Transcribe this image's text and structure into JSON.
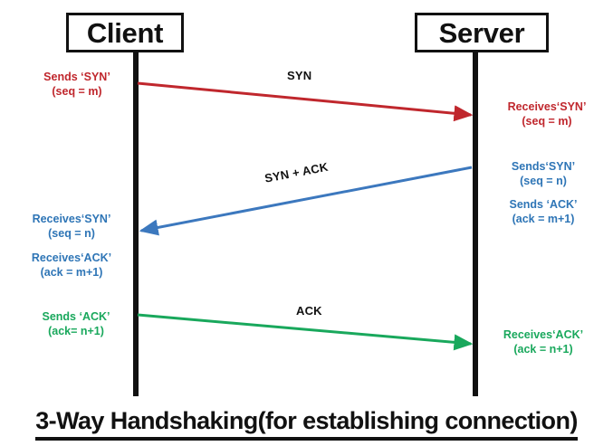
{
  "diagram": {
    "title": "3-Way Handshaking(for establishing connection)",
    "background": "#ffffff",
    "nodes": [
      {
        "id": "client",
        "label": "Client"
      },
      {
        "id": "server",
        "label": "Server"
      }
    ],
    "colors": {
      "red": "#C0272D",
      "blue": "#2E75B6",
      "green": "#19A85C",
      "black": "#111111"
    },
    "messages": [
      {
        "id": "syn",
        "caption": "SYN",
        "color": "#C0272D",
        "direction": "client-to-server",
        "sender_note": {
          "line1": "Sends ‘SYN’",
          "line2": "(seq = m)"
        },
        "receiver_note": {
          "line1": "Receives‘SYN’",
          "line2": "(seq = m)"
        }
      },
      {
        "id": "syn-ack",
        "caption": "SYN + ACK",
        "color": "#2E75B6",
        "direction": "server-to-client",
        "sender_note": {
          "line1": "Sends‘SYN’",
          "line2": "(seq = n)"
        },
        "sender_note_2": {
          "line1": "Sends ‘ACK’",
          "line2": "(ack = m+1)"
        },
        "receiver_note": {
          "line1": "Receives‘SYN’",
          "line2": "(seq = n)"
        },
        "receiver_note_2": {
          "line1": "Receives‘ACK’",
          "line2": "(ack = m+1)"
        }
      },
      {
        "id": "ack",
        "caption": "ACK",
        "color": "#19A85C",
        "direction": "client-to-server",
        "sender_note": {
          "line1": "Sends ‘ACK’",
          "line2": "(ack= n+1)"
        },
        "receiver_note": {
          "line1": "Receives‘ACK’",
          "line2": "(ack = n+1)"
        }
      }
    ]
  }
}
